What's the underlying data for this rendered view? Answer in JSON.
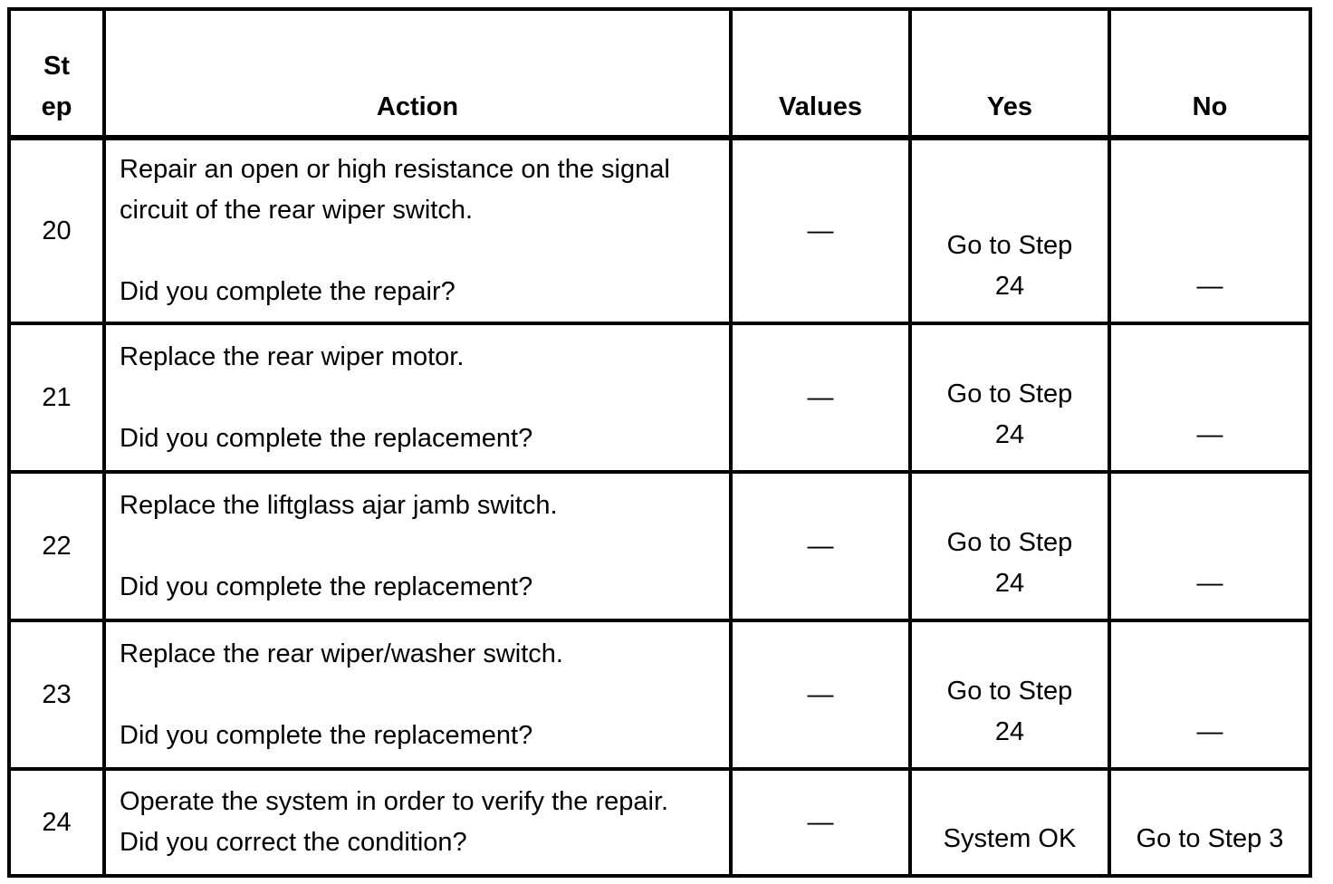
{
  "colors": {
    "border": "#000000",
    "text": "#000000",
    "background": "#ffffff"
  },
  "table": {
    "headers": {
      "step": "St\nep",
      "action": "Action",
      "values": "Values",
      "yes": "Yes",
      "no": "No"
    },
    "rows": [
      {
        "step": "20",
        "action": "Repair an open or high resistance on the signal\ncircuit of the rear wiper switch.\n\nDid you complete the repair?",
        "values": "—",
        "yes": "Go to Step\n24",
        "no": "—"
      },
      {
        "step": "21",
        "action": "Replace the rear wiper motor.\n\nDid you complete the replacement?",
        "values": "—",
        "yes": "Go to Step\n24",
        "no": "—"
      },
      {
        "step": "22",
        "action": "Replace the liftglass ajar jamb switch.\n\nDid you complete the replacement?",
        "values": "—",
        "yes": "Go to Step\n24",
        "no": "—"
      },
      {
        "step": "23",
        "action": "Replace the rear wiper/washer switch.\n\nDid you complete the replacement?",
        "values": "—",
        "yes": "Go to Step\n24",
        "no": "—"
      },
      {
        "step": "24",
        "action": "Operate the system in order to verify the repair.\nDid you correct the condition?",
        "values": "—",
        "yes": "System OK",
        "no": "Go to Step 3"
      }
    ]
  }
}
